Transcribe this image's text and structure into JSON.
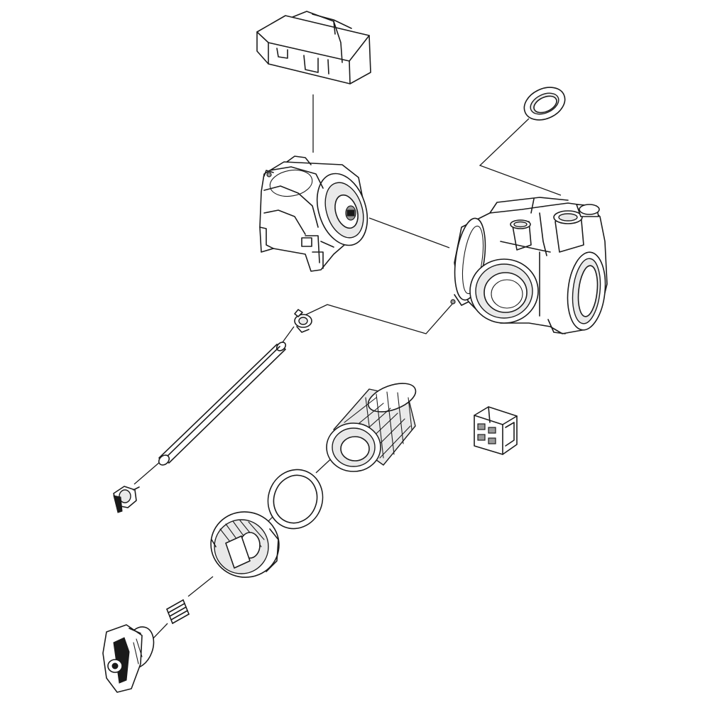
{
  "diagram": {
    "kind": "exploded-parts-view",
    "line_color": "#1a1a1a",
    "background": "#ffffff",
    "parts": [
      {
        "id": "pump-cover",
        "icon": "cover-bracket-icon"
      },
      {
        "id": "drain-pump-motor",
        "icon": "pump-motor-icon"
      },
      {
        "id": "pump-gasket-ring",
        "icon": "o-ring-icon"
      },
      {
        "id": "pump-housing",
        "icon": "pump-housing-icon"
      },
      {
        "id": "hose-clamp",
        "icon": "clamp-icon"
      },
      {
        "id": "drain-tube",
        "icon": "tube-icon"
      },
      {
        "id": "tube-fitting",
        "icon": "fitting-icon"
      },
      {
        "id": "filter-screen",
        "icon": "filter-icon"
      },
      {
        "id": "filter-seal",
        "icon": "seal-ring-icon"
      },
      {
        "id": "connector-block",
        "icon": "connector-icon"
      },
      {
        "id": "filter-cap",
        "icon": "filter-cap-icon"
      },
      {
        "id": "spring",
        "icon": "spring-icon"
      },
      {
        "id": "knob",
        "icon": "knob-icon"
      }
    ]
  }
}
